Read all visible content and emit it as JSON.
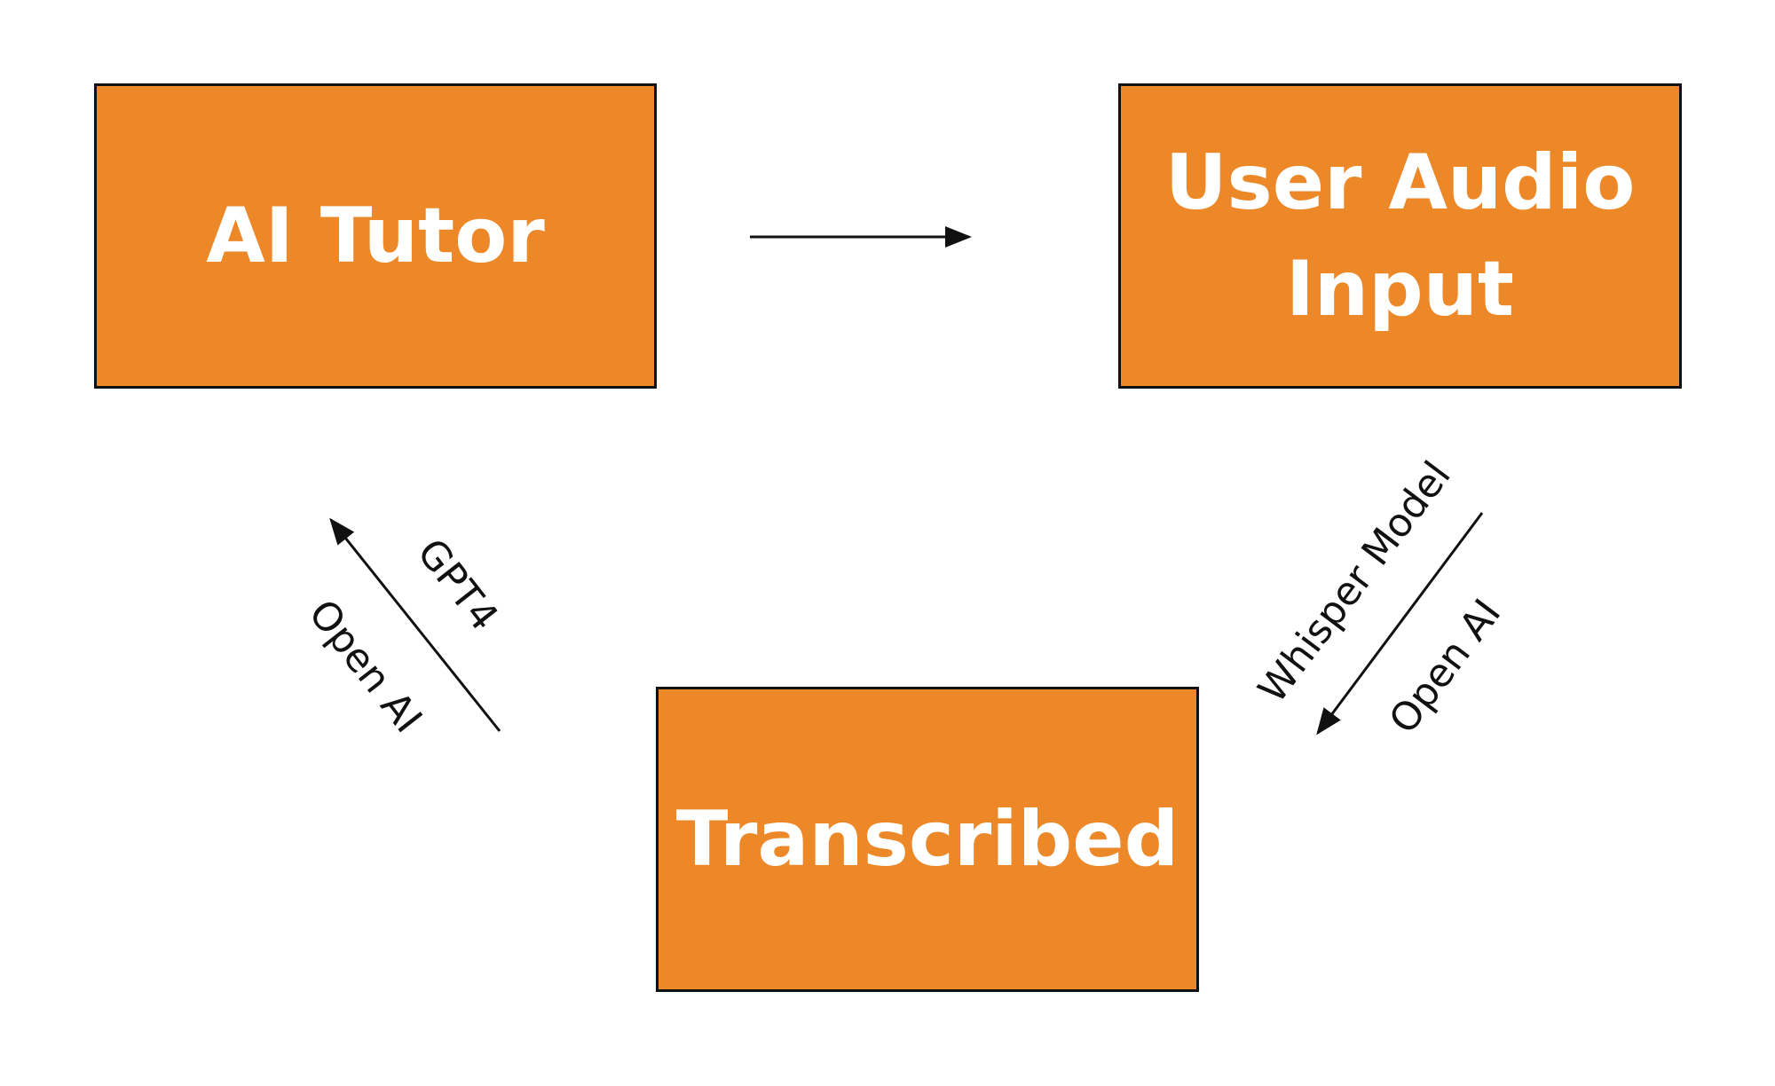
{
  "diagram": {
    "colors": {
      "node_fill": "#EC8828",
      "node_border": "#111111",
      "node_text": "#ffffff",
      "edge": "#111111"
    },
    "nodes": {
      "ai_tutor": {
        "label": "AI Tutor"
      },
      "user_audio": {
        "line1": "User Audio",
        "line2": "Input"
      },
      "transcribed": {
        "label": "Transcribed"
      }
    },
    "edges": {
      "tutor_to_audio": {
        "from": "AI Tutor",
        "to": "User Audio Input"
      },
      "audio_to_transcribed": {
        "from": "User Audio Input",
        "to": "Transcribed",
        "label_upper": "Whisper Model",
        "label_lower": "Open AI"
      },
      "transcribed_to_tutor": {
        "from": "Transcribed",
        "to": "AI Tutor",
        "label_upper": "GPT4",
        "label_lower": "Open AI"
      }
    }
  }
}
